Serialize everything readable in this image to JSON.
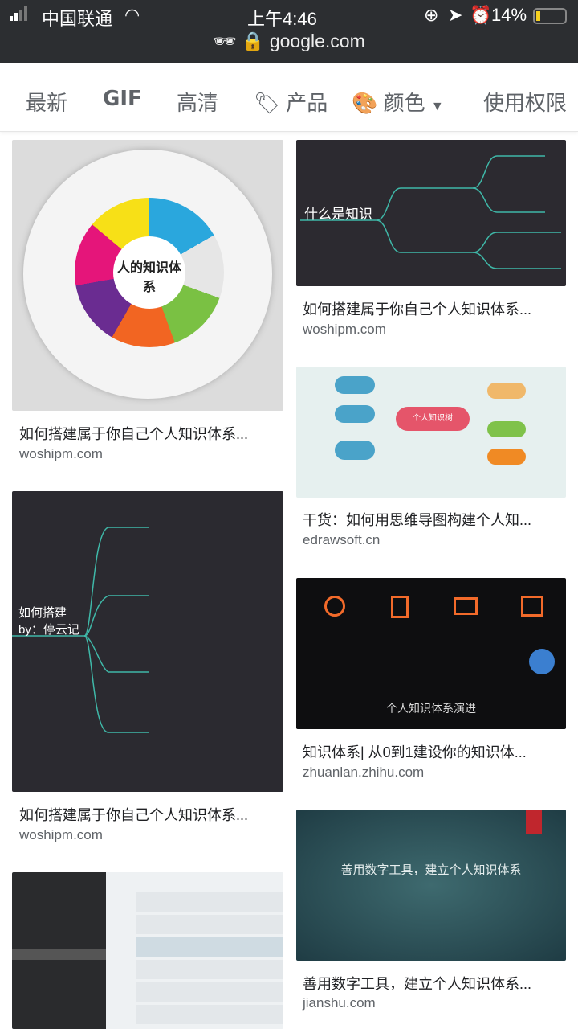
{
  "status": {
    "carrier": "中国联通",
    "time": "上午4:46",
    "battery": "14%",
    "url": "google.com",
    "colors": {
      "bar": "#2c2e31",
      "battery": "#f5d020"
    }
  },
  "filters": [
    {
      "label": "最新"
    },
    {
      "label": "GIF"
    },
    {
      "label": "高清"
    },
    {
      "label": "产品",
      "icon": "tag-icon"
    },
    {
      "label": "颜色",
      "icon": "palette-icon"
    },
    {
      "label": "使用权限"
    }
  ],
  "results": [
    {
      "title": "如何搭建属于你自己个人知识体系...",
      "source": "woshipm.com",
      "image_text": "人的知识体系"
    },
    {
      "title": "如何搭建属于你自己个人知识体系...",
      "source": "woshipm.com",
      "image_text": "什么是知识"
    },
    {
      "title": "干货：如何用思维导图构建个人知...",
      "source": "edrawsoft.cn",
      "image_text": "个人知识树"
    },
    {
      "title": "如何搭建属于你自己个人知识体系...",
      "source": "woshipm.com",
      "image_text": "如何搭建 by：停云记"
    },
    {
      "title": "知识体系| 从0到1建设你的知识体...",
      "source": "zhuanlan.zhihu.com",
      "image_text": "个人知识体系演进"
    },
    {
      "title": "善用数字工具，建立个人知识体系...",
      "source": "jianshu.com",
      "image_text": "善用数字工具，建立个人知识体系"
    }
  ]
}
